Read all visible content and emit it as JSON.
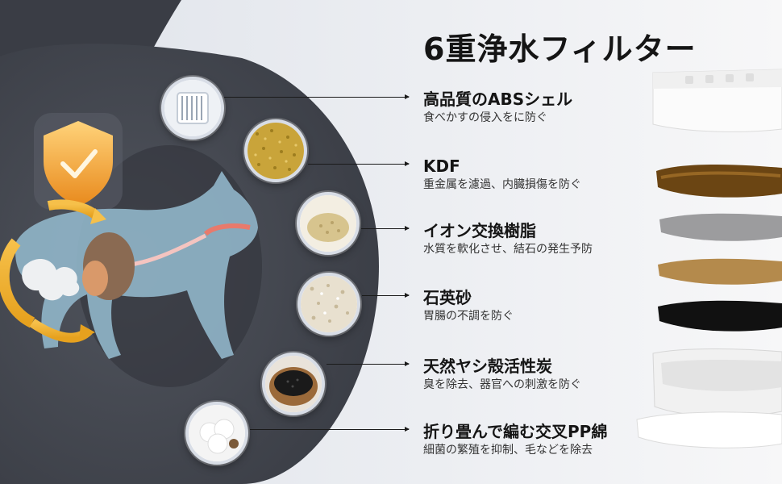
{
  "title": "6重浄水フィルター",
  "filters": [
    {
      "name": "高品質のABSシェル",
      "desc": "食べかすの侵入をに防ぐ",
      "icon": "abs-shell-icon"
    },
    {
      "name": "KDF",
      "desc": "重金属を濾過、内臓損傷を防ぐ",
      "icon": "kdf-granules-icon"
    },
    {
      "name": "イオン交換樹脂",
      "desc": "水質を軟化させ、結石の発生予防",
      "icon": "ion-resin-icon"
    },
    {
      "name": "石英砂",
      "desc": "胃腸の不調を防ぐ",
      "icon": "quartz-sand-icon"
    },
    {
      "name": "天然ヤシ殻活性炭",
      "desc": "臭を除去、器官への刺激を防ぐ",
      "icon": "coconut-carbon-icon"
    },
    {
      "name": "折り畳んで編む交叉PP綿",
      "desc": "細菌の繁殖を抑制、毛などを除去",
      "icon": "pp-cotton-icon"
    }
  ],
  "colors": {
    "dark_panel": "#3f434c",
    "kdf": "#c9a43a",
    "resin": "#d7c48e",
    "quartz": "#e8e0cf",
    "carbon": "#1a1a1a",
    "brown_layer": "#6b4513",
    "grey_layer": "#9c9c9e",
    "sand_layer": "#b48a4c",
    "shield": "#f4a737"
  }
}
